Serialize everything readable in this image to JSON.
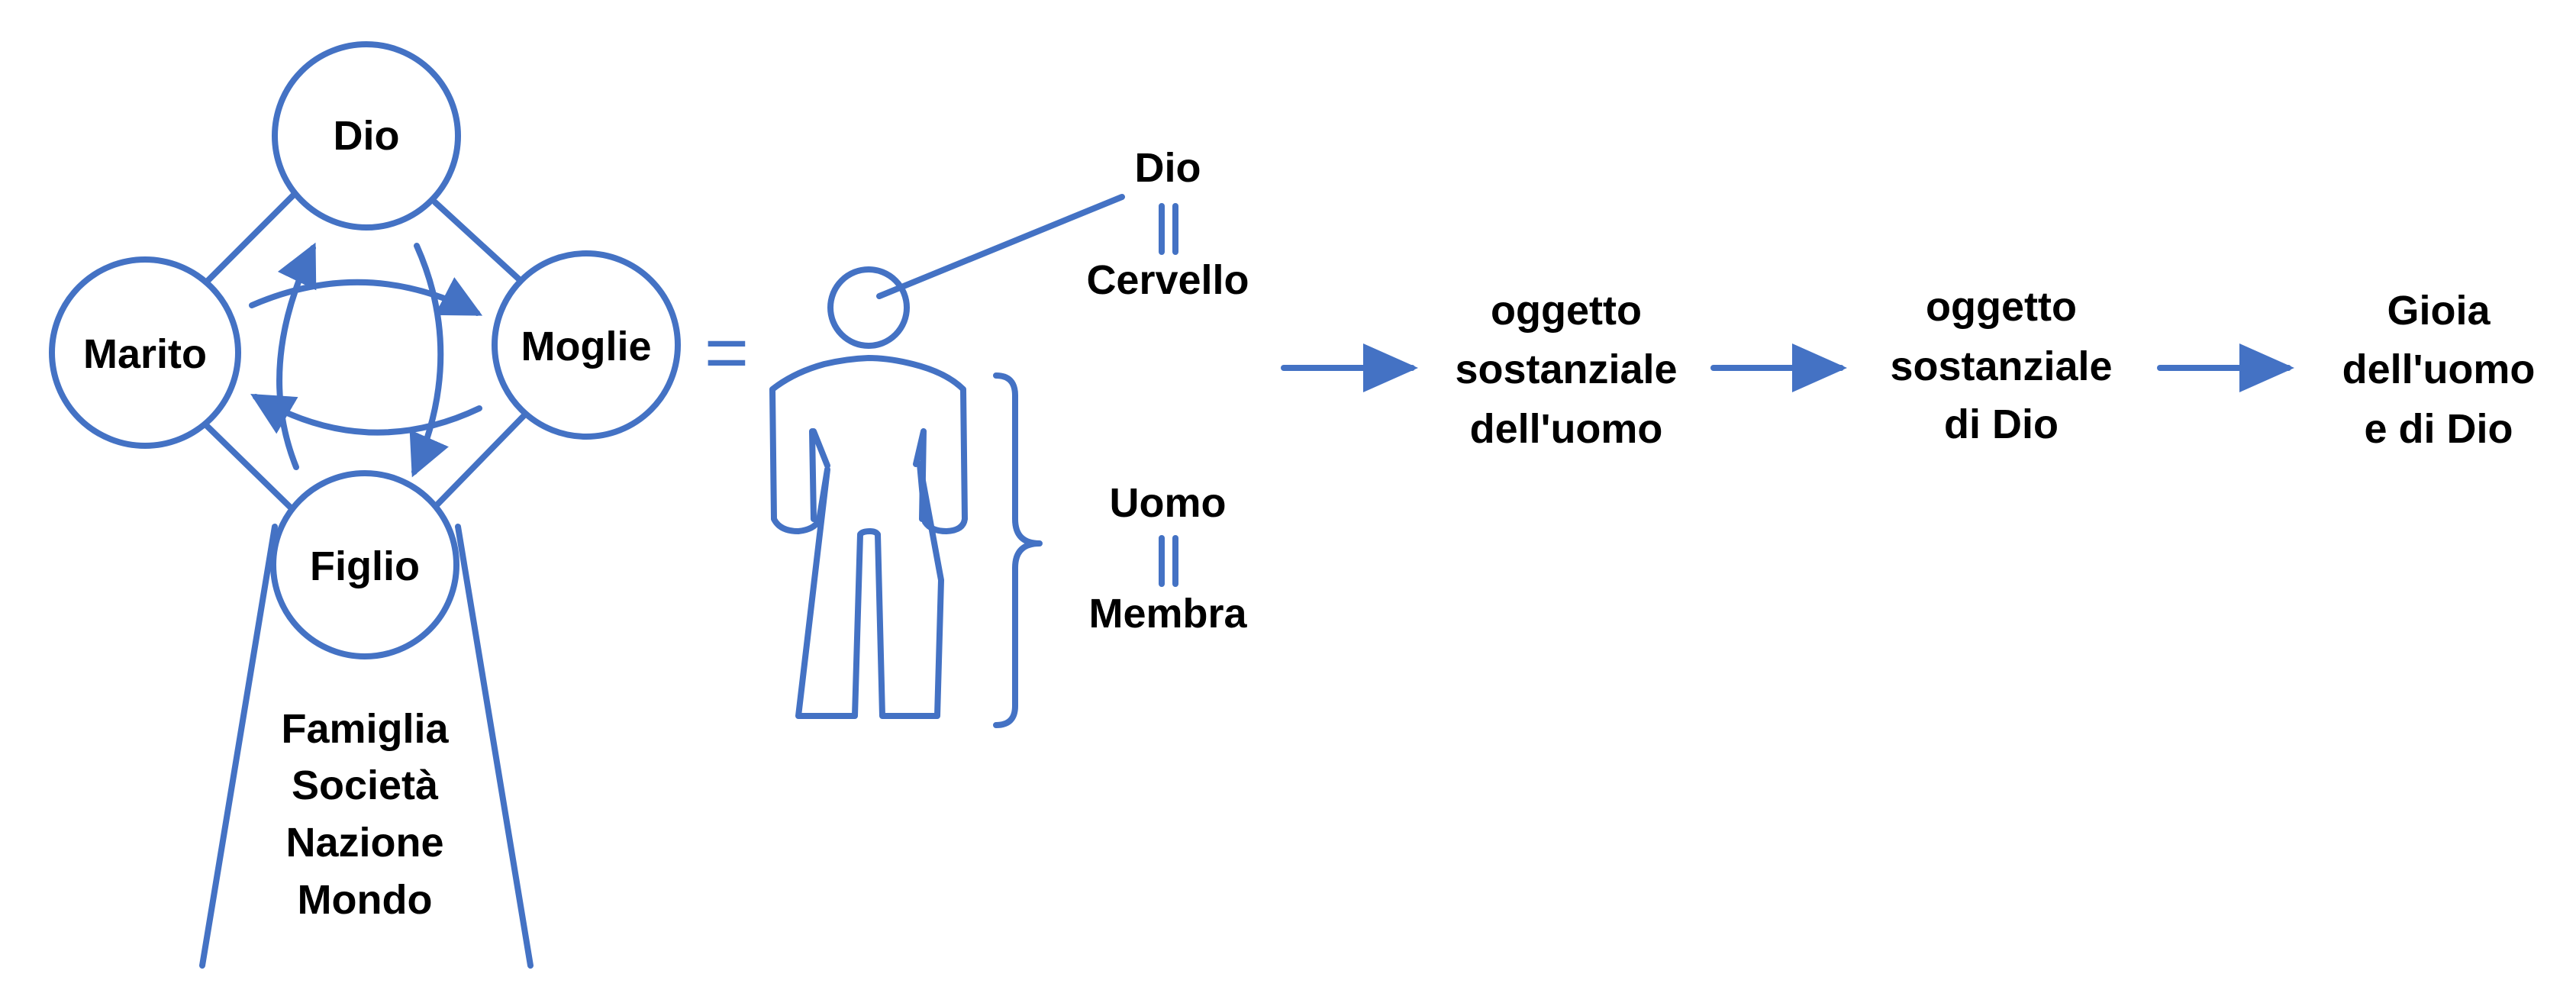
{
  "colors": {
    "stroke": "#4472C4",
    "text": "#000000",
    "background": "#ffffff"
  },
  "circles": {
    "top": "Dio",
    "left": "Marito",
    "right": "Moglie",
    "bottom": "Figlio"
  },
  "cone_lines": [
    "Famiglia",
    "Società",
    "Nazione",
    "Mondo"
  ],
  "equals_sign": "=",
  "person": {
    "head_label": "Dio",
    "head_equiv": "Cervello",
    "body_label": "Uomo",
    "body_equiv": "Membra"
  },
  "flow": [
    {
      "lines": [
        "oggetto",
        "sostanziale",
        "dell'uomo"
      ]
    },
    {
      "lines": [
        "oggetto",
        "sostanziale",
        "di Dio"
      ]
    },
    {
      "lines": [
        "Gioia",
        "dell'uomo",
        "e di Dio"
      ]
    }
  ],
  "icons": [
    "human-figure-icon",
    "curly-brace-icon",
    "arrow-right-icon"
  ]
}
